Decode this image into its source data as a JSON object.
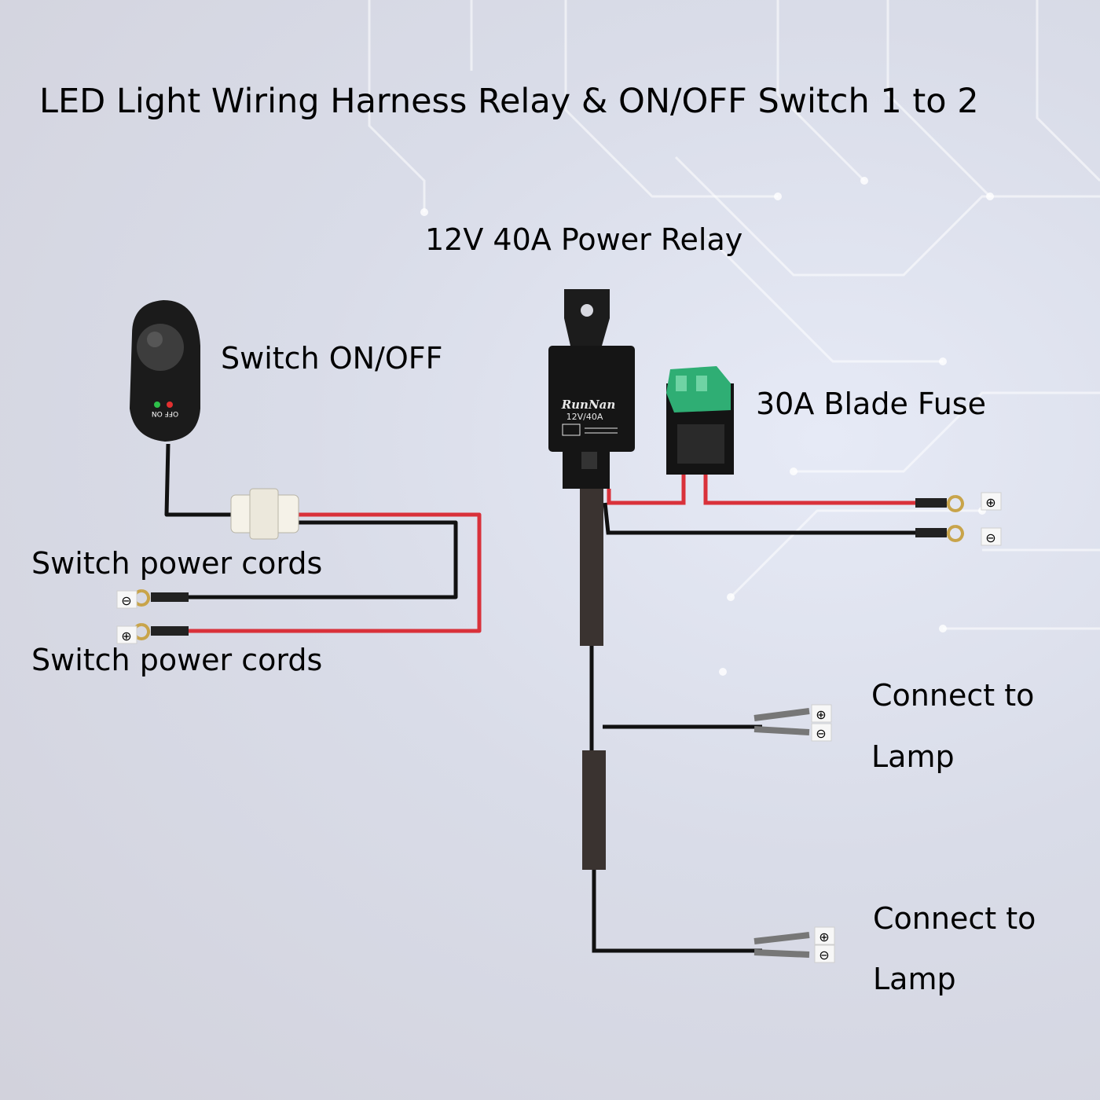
{
  "title": "LED Light Wiring Harness Relay & ON/OFF Switch 1 to 2",
  "labels": {
    "relay": "12V 40A Power Relay",
    "switch": "Switch ON/OFF",
    "fuse": "30A Blade Fuse",
    "switch_cords_1": "Switch power cords",
    "switch_cords_2": "Switch power cords",
    "lamp_1_line1": "Connect to",
    "lamp_1_line2": "Lamp",
    "lamp_2_line1": "Connect to",
    "lamp_2_line2": "Lamp"
  },
  "relay_markings": {
    "brand": "RunNan",
    "rating": "12V/40A"
  },
  "switch_markings": {
    "on_off": "OFF ON"
  },
  "symbols": {
    "positive": "⊕",
    "negative": "⊖"
  },
  "colors": {
    "wire_red": "#d9313a",
    "wire_black": "#111111",
    "fuse_green": "#2fae74",
    "sheath": "#3a3330"
  }
}
